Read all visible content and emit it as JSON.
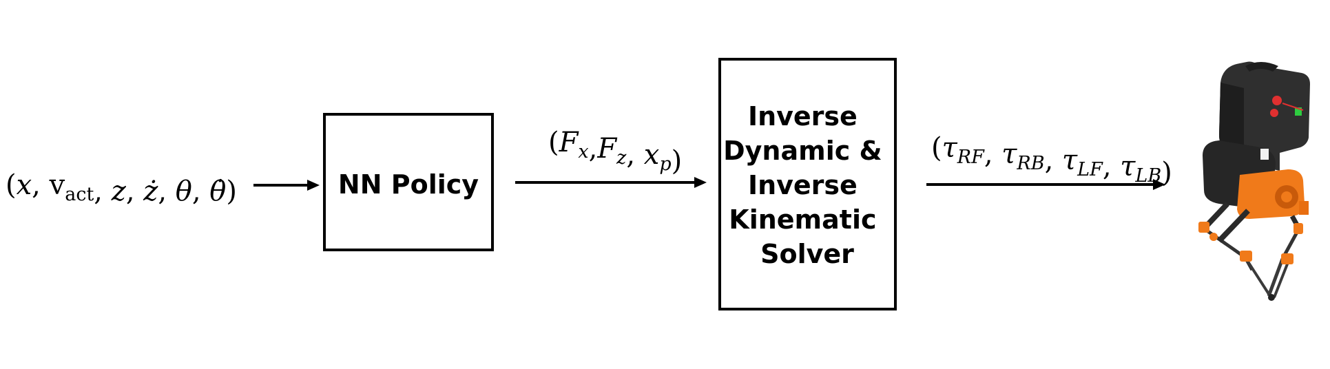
{
  "diagram": {
    "state_input": {
      "parts": [
        {
          "text": "(",
          "italic": false,
          "sub": ""
        },
        {
          "text": "x",
          "italic": true,
          "sub": ""
        },
        {
          "text": ", ",
          "italic": false,
          "sub": ""
        },
        {
          "text": "v",
          "italic": false,
          "sub": "act"
        },
        {
          "text": ", ",
          "italic": false,
          "sub": ""
        },
        {
          "text": "z",
          "italic": true,
          "sub": ""
        },
        {
          "text": ", ",
          "italic": false,
          "sub": ""
        },
        {
          "text": "ż",
          "italic": true,
          "sub": ""
        },
        {
          "text": ", ",
          "italic": false,
          "sub": ""
        },
        {
          "text": "θ",
          "italic": true,
          "sub": ""
        },
        {
          "text": ", ",
          "italic": false,
          "sub": ""
        },
        {
          "text": "θ̇",
          "italic": true,
          "sub": ""
        },
        {
          "text": ")",
          "italic": false,
          "sub": ""
        }
      ]
    },
    "policy_block": {
      "label": "NN Policy"
    },
    "policy_output": {
      "parts": [
        {
          "text": "(",
          "italic": false,
          "sub": ""
        },
        {
          "text": "F",
          "italic": true,
          "sub": "x"
        },
        {
          "text": ",",
          "italic": false,
          "sub": ""
        },
        {
          "text": "F",
          "italic": true,
          "sub": "z"
        },
        {
          "text": ", ",
          "italic": false,
          "sub": ""
        },
        {
          "text": "x",
          "italic": true,
          "sub": "p"
        },
        {
          "text": ")",
          "italic": false,
          "sub": ""
        }
      ]
    },
    "solver_block": {
      "label_lines": [
        "Inverse",
        "Dynamic &",
        "Inverse",
        "Kinematic",
        "Solver"
      ]
    },
    "torque_output": {
      "parts": [
        {
          "text": "(",
          "italic": false,
          "sub": ""
        },
        {
          "text": "τ",
          "italic": true,
          "sub": "RF"
        },
        {
          "text": ", ",
          "italic": false,
          "sub": ""
        },
        {
          "text": "τ",
          "italic": true,
          "sub": "RB"
        },
        {
          "text": ", ",
          "italic": false,
          "sub": ""
        },
        {
          "text": "τ",
          "italic": true,
          "sub": "LF"
        },
        {
          "text": ", ",
          "italic": false,
          "sub": ""
        },
        {
          "text": "τ",
          "italic": true,
          "sub": "LB"
        },
        {
          "text": ")",
          "italic": false,
          "sub": ""
        }
      ]
    },
    "robot_image": {
      "icon": "biped-robot-illustration",
      "colors": {
        "body": "#2f2f2f",
        "body_dark": "#1e1e1e",
        "accent": "#f07a1a",
        "accent_dark": "#c85a0a",
        "light": "#e03030",
        "indicator": "#2ecc40"
      }
    }
  }
}
